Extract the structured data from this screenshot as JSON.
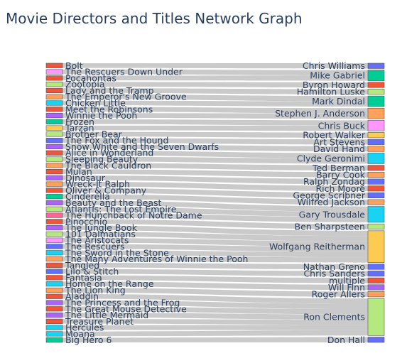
{
  "chart_data": {
    "type": "sankey",
    "title": "Movie Directors and Titles Network Graph",
    "movies": [
      {
        "name": "Bolt",
        "color": "#ef553b"
      },
      {
        "name": "The Rescuers Down Under",
        "color": "#ff97ff"
      },
      {
        "name": "Pocahontas",
        "color": "#ef553b"
      },
      {
        "name": "Zootopia",
        "color": "#b6e880"
      },
      {
        "name": "Lady and the Tramp",
        "color": "#ef553b"
      },
      {
        "name": "The Emperor's New Groove",
        "color": "#ffa15a"
      },
      {
        "name": "Chicken Little",
        "color": "#19d3f3"
      },
      {
        "name": "Meet the Robinsons",
        "color": "#ef553b"
      },
      {
        "name": "Winnie the Pooh",
        "color": "#ab63fa"
      },
      {
        "name": "Frozen",
        "color": "#00cc96"
      },
      {
        "name": "Tarzan",
        "color": "#fecb52"
      },
      {
        "name": "Brother Bear",
        "color": "#b6e880"
      },
      {
        "name": "The Fox and the Hound",
        "color": "#636efa"
      },
      {
        "name": "Snow White and the Seven Dwarfs",
        "color": "#ab63fa"
      },
      {
        "name": "Alice in Wonderland",
        "color": "#ef553b"
      },
      {
        "name": "Sleeping Beauty",
        "color": "#b6e880"
      },
      {
        "name": "The Black Cauldron",
        "color": "#ffa15a"
      },
      {
        "name": "Mulan",
        "color": "#ef553b"
      },
      {
        "name": "Dinosaur",
        "color": "#ab63fa"
      },
      {
        "name": "Wreck-It Ralph",
        "color": "#ffa15a"
      },
      {
        "name": "Oliver & Company",
        "color": "#ef553b"
      },
      {
        "name": "Cinderella",
        "color": "#00cc96"
      },
      {
        "name": "Beauty and the Beast",
        "color": "#ab63fa"
      },
      {
        "name": "Atlantis: The Lost Empire",
        "color": "#b6e880"
      },
      {
        "name": "The Hunchback of Notre Dame",
        "color": "#ff6692"
      },
      {
        "name": "Pinocchio",
        "color": "#ef553b"
      },
      {
        "name": "The Jungle Book",
        "color": "#ab63fa"
      },
      {
        "name": "101 Dalmatians",
        "color": "#b6e880"
      },
      {
        "name": "The Aristocats",
        "color": "#ff97ff"
      },
      {
        "name": "The Rescuers",
        "color": "#636efa"
      },
      {
        "name": "The Sword in the Stone",
        "color": "#19d3f3"
      },
      {
        "name": "The Many Adventures of Winnie the Pooh",
        "color": "#ffa15a"
      },
      {
        "name": "Tangled",
        "color": "#ef553b"
      },
      {
        "name": "Lilo & Stitch",
        "color": "#636efa"
      },
      {
        "name": "Fantasia",
        "color": "#ef553b"
      },
      {
        "name": "Home on the Range",
        "color": "#19d3f3"
      },
      {
        "name": "The Lion King",
        "color": "#ffa15a"
      },
      {
        "name": "Aladdin",
        "color": "#ef553b"
      },
      {
        "name": "The Princess and the Frog",
        "color": "#ab63fa"
      },
      {
        "name": "The Great Mouse Detective",
        "color": "#ef553b"
      },
      {
        "name": "The Little Mermaid",
        "color": "#ab63fa"
      },
      {
        "name": "Treasure Planet",
        "color": "#ef553b"
      },
      {
        "name": "Hercules",
        "color": "#19d3f3"
      },
      {
        "name": "Moana",
        "color": "#19d3f3"
      },
      {
        "name": "Big Hero 6",
        "color": "#00cc96"
      }
    ],
    "directors": [
      {
        "name": "Chris Williams",
        "color": "#636efa"
      },
      {
        "name": "Mike Gabriel",
        "color": "#00cc96"
      },
      {
        "name": "Byron Howard",
        "color": "#ef553b"
      },
      {
        "name": "Hamilton Luske",
        "color": "#b6e880"
      },
      {
        "name": "Mark Dindal",
        "color": "#00cc96"
      },
      {
        "name": "Stephen J. Anderson",
        "color": "#ffa15a"
      },
      {
        "name": "Chris Buck",
        "color": "#ff97ff"
      },
      {
        "name": "Robert Walker",
        "color": "#fecb52"
      },
      {
        "name": "Art Stevens",
        "color": "#636efa"
      },
      {
        "name": "David Hand",
        "color": "#ffa15a"
      },
      {
        "name": "Clyde Geronimi",
        "color": "#19d3f3"
      },
      {
        "name": "Ted Berman",
        "color": "#ef553b"
      },
      {
        "name": "Barry Cook",
        "color": "#ffa15a"
      },
      {
        "name": "Ralph Zondag",
        "color": "#636efa"
      },
      {
        "name": "Rich Moore",
        "color": "#ef553b"
      },
      {
        "name": "George Scribner",
        "color": "#636efa"
      },
      {
        "name": "Wilfred Jackson",
        "color": "#ffa15a"
      },
      {
        "name": "Gary Trousdale",
        "color": "#19d3f3"
      },
      {
        "name": "Ben Sharpsteen",
        "color": "#b6e880"
      },
      {
        "name": "Wolfgang Reitherman",
        "color": "#fecb52"
      },
      {
        "name": "Nathan Greno",
        "color": "#636efa"
      },
      {
        "name": "Chris Sanders",
        "color": "#636efa"
      },
      {
        "name": "multiple",
        "color": "#ef553b"
      },
      {
        "name": "Will Finn",
        "color": "#ab63fa"
      },
      {
        "name": "Roger Allers",
        "color": "#ffa15a"
      },
      {
        "name": "Ron Clements",
        "color": "#b6e880"
      },
      {
        "name": "Don Hall",
        "color": "#636efa"
      }
    ],
    "links": [
      {
        "source": "Bolt",
        "target": "Chris Williams"
      },
      {
        "source": "The Rescuers Down Under",
        "target": "Mike Gabriel"
      },
      {
        "source": "Pocahontas",
        "target": "Mike Gabriel"
      },
      {
        "source": "Zootopia",
        "target": "Byron Howard"
      },
      {
        "source": "Lady and the Tramp",
        "target": "Hamilton Luske"
      },
      {
        "source": "The Emperor's New Groove",
        "target": "Mark Dindal"
      },
      {
        "source": "Chicken Little",
        "target": "Mark Dindal"
      },
      {
        "source": "Meet the Robinsons",
        "target": "Stephen J. Anderson"
      },
      {
        "source": "Winnie the Pooh",
        "target": "Stephen J. Anderson"
      },
      {
        "source": "Frozen",
        "target": "Chris Buck"
      },
      {
        "source": "Tarzan",
        "target": "Chris Buck"
      },
      {
        "source": "Brother Bear",
        "target": "Robert Walker"
      },
      {
        "source": "The Fox and the Hound",
        "target": "Art Stevens"
      },
      {
        "source": "Snow White and the Seven Dwarfs",
        "target": "David Hand"
      },
      {
        "source": "Alice in Wonderland",
        "target": "Clyde Geronimi"
      },
      {
        "source": "Sleeping Beauty",
        "target": "Clyde Geronimi"
      },
      {
        "source": "The Black Cauldron",
        "target": "Ted Berman"
      },
      {
        "source": "Mulan",
        "target": "Barry Cook"
      },
      {
        "source": "Dinosaur",
        "target": "Ralph Zondag"
      },
      {
        "source": "Wreck-It Ralph",
        "target": "Rich Moore"
      },
      {
        "source": "Oliver & Company",
        "target": "George Scribner"
      },
      {
        "source": "Cinderella",
        "target": "Wilfred Jackson"
      },
      {
        "source": "Beauty and the Beast",
        "target": "Gary Trousdale"
      },
      {
        "source": "Atlantis: The Lost Empire",
        "target": "Gary Trousdale"
      },
      {
        "source": "The Hunchback of Notre Dame",
        "target": "Gary Trousdale"
      },
      {
        "source": "Pinocchio",
        "target": "Ben Sharpsteen"
      },
      {
        "source": "The Jungle Book",
        "target": "Wolfgang Reitherman"
      },
      {
        "source": "101 Dalmatians",
        "target": "Wolfgang Reitherman"
      },
      {
        "source": "The Aristocats",
        "target": "Wolfgang Reitherman"
      },
      {
        "source": "The Rescuers",
        "target": "Wolfgang Reitherman"
      },
      {
        "source": "The Sword in the Stone",
        "target": "Wolfgang Reitherman"
      },
      {
        "source": "The Many Adventures of Winnie the Pooh",
        "target": "Wolfgang Reitherman"
      },
      {
        "source": "Tangled",
        "target": "Nathan Greno"
      },
      {
        "source": "Lilo & Stitch",
        "target": "Chris Sanders"
      },
      {
        "source": "Fantasia",
        "target": "multiple"
      },
      {
        "source": "Home on the Range",
        "target": "Will Finn"
      },
      {
        "source": "The Lion King",
        "target": "Roger Allers"
      },
      {
        "source": "Aladdin",
        "target": "Ron Clements"
      },
      {
        "source": "The Princess and the Frog",
        "target": "Ron Clements"
      },
      {
        "source": "The Great Mouse Detective",
        "target": "Ron Clements"
      },
      {
        "source": "The Little Mermaid",
        "target": "Ron Clements"
      },
      {
        "source": "Treasure Planet",
        "target": "Ron Clements"
      },
      {
        "source": "Hercules",
        "target": "Ron Clements"
      },
      {
        "source": "Moana",
        "target": "Ron Clements"
      },
      {
        "source": "Big Hero 6",
        "target": "Don Hall"
      }
    ]
  }
}
